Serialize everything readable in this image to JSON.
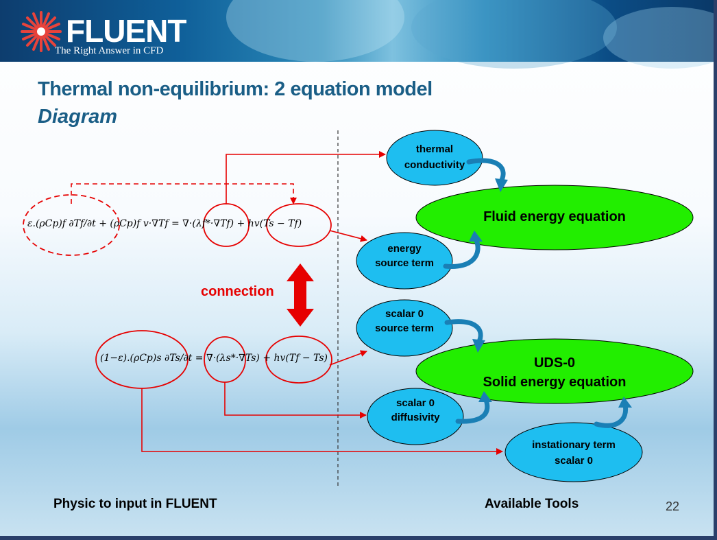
{
  "header": {
    "logo_text": "FLUENT",
    "tagline": "The Right Answer in CFD",
    "logo_accent_color": "#e8433b"
  },
  "slide": {
    "title": "Thermal non-equilibrium: 2 equation model",
    "subtitle": "Diagram",
    "title_color": "#1a5e86",
    "page_number": "22"
  },
  "equations": {
    "fluid": "ε.(ρCp)f ∂Tf/∂t + (ρCp)f v·∇Tf = ∇·(λf*·∇Tf) + hv(Ts − Tf)",
    "solid": "(1−ε).(ρCp)s ∂Ts/∂t = ∇·(λs*·∇Ts) + hv(Tf − Ts)"
  },
  "connection_label": "connection",
  "tools": {
    "thermal_conductivity": [
      "thermal",
      "conductivity"
    ],
    "fluid_energy_equation": "Fluid energy equation",
    "energy_source_term": [
      "energy",
      "source term"
    ],
    "scalar0_source_term": [
      "scalar 0",
      "source term"
    ],
    "uds": [
      "UDS-0",
      "Solid energy equation"
    ],
    "scalar0_diffusivity": [
      "scalar 0",
      "diffusivity"
    ],
    "instationary_term": [
      "instationary term",
      "scalar 0"
    ]
  },
  "footer": {
    "left": "Physic to input in FLUENT",
    "right": "Available Tools"
  },
  "colors": {
    "tool_fill": "#1ebef0",
    "equation_fill": "#22ee00",
    "connector": "#e60000",
    "arrow_blue": "#1a7fb5"
  }
}
